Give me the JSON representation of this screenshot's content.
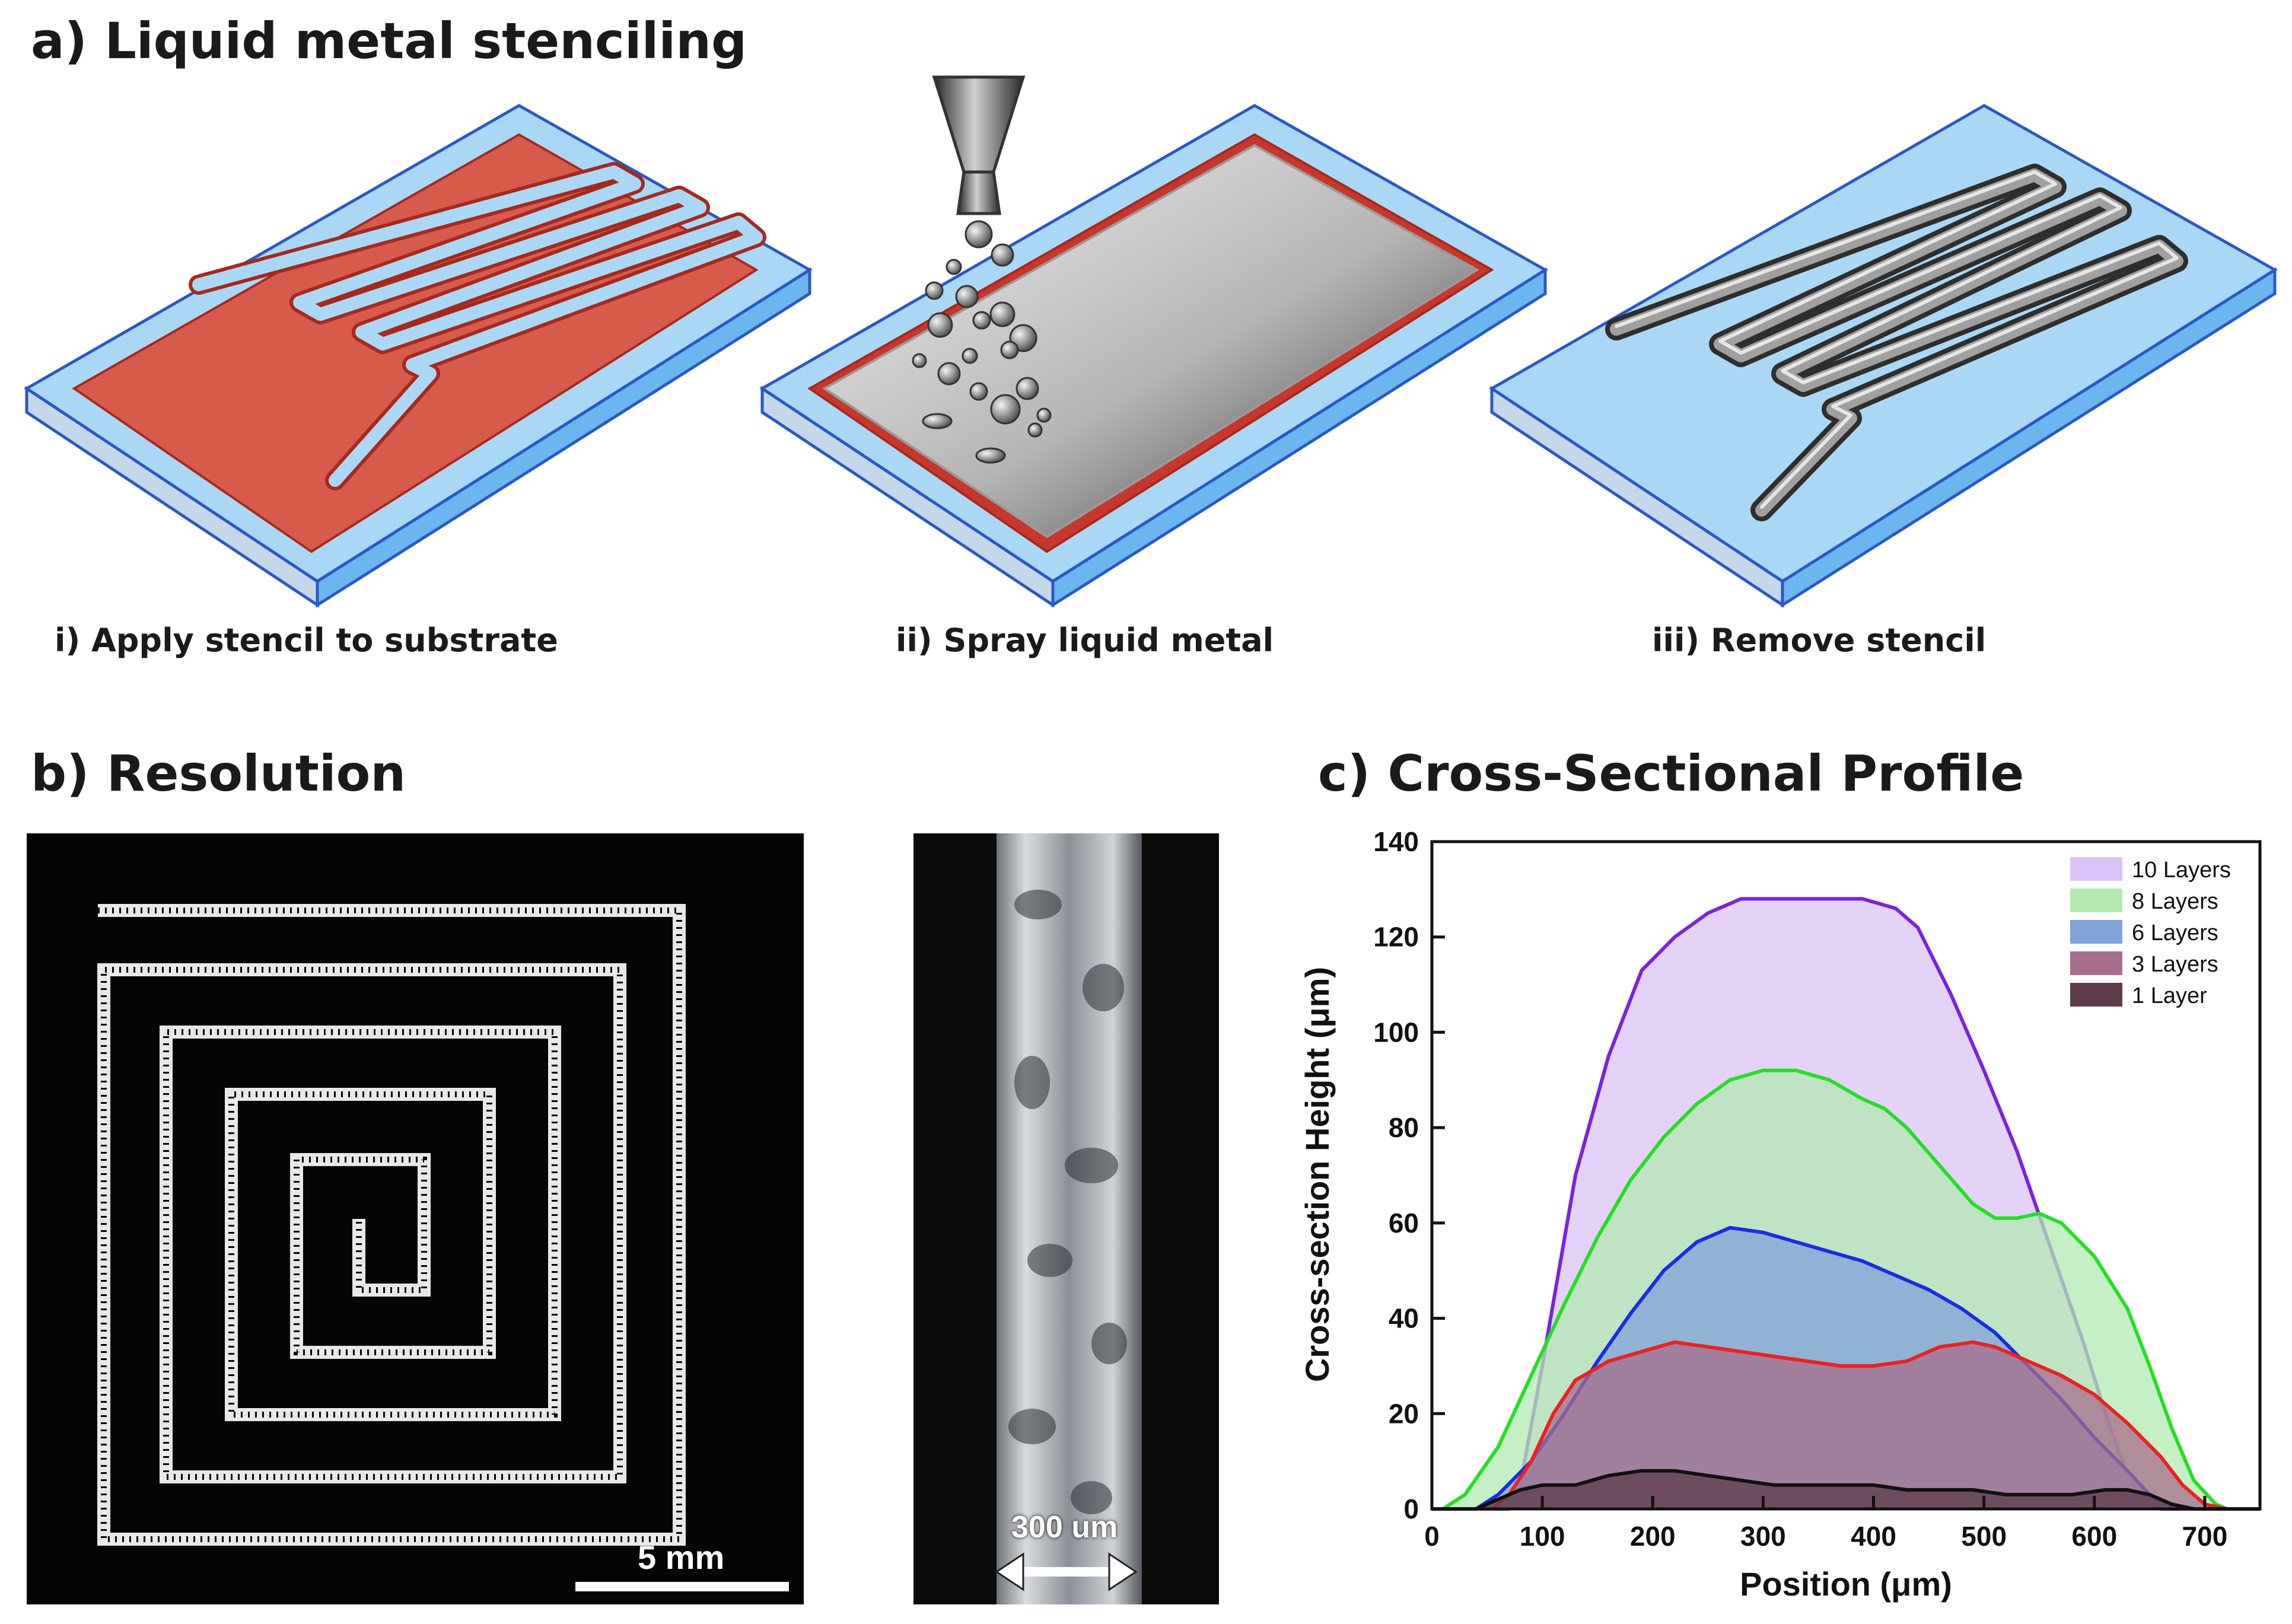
{
  "panel_a": {
    "title": "a) Liquid metal stenciling",
    "steps": [
      {
        "caption": "i) Apply stencil to substrate"
      },
      {
        "caption": "ii) Spray liquid metal"
      },
      {
        "caption": "iii) Remove stencil"
      }
    ],
    "colors": {
      "substrate": "#a9d8f7",
      "stencil": "#d9564a",
      "metal": "#8a8a8a"
    }
  },
  "panel_b": {
    "title": "b) Resolution",
    "scalebar_main": "5 mm",
    "scalebar_zoom": "300 um"
  },
  "panel_c": {
    "title": "c) Cross-Sectional Profile"
  },
  "chart_data": {
    "type": "area",
    "title": "",
    "xlabel": "Position (μm)",
    "ylabel": "Cross-section Height (μm)",
    "xlim": [
      0,
      750
    ],
    "ylim": [
      0,
      140
    ],
    "xticks": [
      0,
      100,
      200,
      300,
      400,
      500,
      600,
      700
    ],
    "yticks": [
      0,
      20,
      40,
      60,
      80,
      100,
      120,
      140
    ],
    "legend_position": "top-right",
    "series": [
      {
        "name": "10 Layers",
        "fill": "#dcc3f7",
        "stroke": "#7a22e0",
        "points": [
          [
            0,
            0
          ],
          [
            70,
            0
          ],
          [
            80,
            5
          ],
          [
            100,
            30
          ],
          [
            130,
            70
          ],
          [
            160,
            95
          ],
          [
            190,
            113
          ],
          [
            220,
            120
          ],
          [
            250,
            125
          ],
          [
            280,
            128
          ],
          [
            320,
            128
          ],
          [
            350,
            128
          ],
          [
            390,
            128
          ],
          [
            420,
            126
          ],
          [
            440,
            122
          ],
          [
            470,
            108
          ],
          [
            500,
            92
          ],
          [
            530,
            75
          ],
          [
            560,
            55
          ],
          [
            590,
            35
          ],
          [
            610,
            20
          ],
          [
            630,
            7
          ],
          [
            650,
            1
          ],
          [
            660,
            0
          ],
          [
            750,
            0
          ]
        ]
      },
      {
        "name": "8 Layers",
        "fill": "#b2e9b0",
        "stroke": "#22e022",
        "points": [
          [
            0,
            0
          ],
          [
            10,
            0
          ],
          [
            30,
            3
          ],
          [
            60,
            13
          ],
          [
            90,
            28
          ],
          [
            120,
            43
          ],
          [
            150,
            57
          ],
          [
            180,
            69
          ],
          [
            210,
            78
          ],
          [
            240,
            85
          ],
          [
            270,
            90
          ],
          [
            300,
            92
          ],
          [
            330,
            92
          ],
          [
            360,
            90
          ],
          [
            390,
            86
          ],
          [
            410,
            84
          ],
          [
            430,
            80
          ],
          [
            460,
            72
          ],
          [
            490,
            64
          ],
          [
            510,
            61
          ],
          [
            530,
            61
          ],
          [
            550,
            62
          ],
          [
            570,
            60
          ],
          [
            600,
            53
          ],
          [
            630,
            42
          ],
          [
            650,
            30
          ],
          [
            670,
            17
          ],
          [
            690,
            6
          ],
          [
            710,
            1
          ],
          [
            720,
            0
          ],
          [
            750,
            0
          ]
        ]
      },
      {
        "name": "6 Layers",
        "fill": "#7fa3d9",
        "stroke": "#1a2be8",
        "points": [
          [
            0,
            0
          ],
          [
            40,
            0
          ],
          [
            60,
            3
          ],
          [
            90,
            10
          ],
          [
            120,
            20
          ],
          [
            150,
            31
          ],
          [
            180,
            41
          ],
          [
            210,
            50
          ],
          [
            240,
            56
          ],
          [
            270,
            59
          ],
          [
            300,
            58
          ],
          [
            330,
            56
          ],
          [
            360,
            54
          ],
          [
            390,
            52
          ],
          [
            420,
            49
          ],
          [
            450,
            46
          ],
          [
            480,
            42
          ],
          [
            510,
            37
          ],
          [
            540,
            30
          ],
          [
            570,
            23
          ],
          [
            600,
            15
          ],
          [
            630,
            8
          ],
          [
            650,
            3
          ],
          [
            670,
            1
          ],
          [
            690,
            0
          ],
          [
            750,
            0
          ]
        ]
      },
      {
        "name": "3 Layers",
        "fill": "#a76e8e",
        "stroke": "#ee2020",
        "points": [
          [
            0,
            0
          ],
          [
            55,
            0
          ],
          [
            70,
            3
          ],
          [
            90,
            10
          ],
          [
            110,
            20
          ],
          [
            130,
            27
          ],
          [
            160,
            31
          ],
          [
            190,
            33
          ],
          [
            220,
            35
          ],
          [
            250,
            34
          ],
          [
            280,
            33
          ],
          [
            310,
            32
          ],
          [
            340,
            31
          ],
          [
            370,
            30
          ],
          [
            400,
            30
          ],
          [
            430,
            31
          ],
          [
            460,
            34
          ],
          [
            490,
            35
          ],
          [
            510,
            34
          ],
          [
            540,
            31
          ],
          [
            570,
            28
          ],
          [
            600,
            24
          ],
          [
            630,
            18
          ],
          [
            660,
            11
          ],
          [
            680,
            5
          ],
          [
            700,
            1
          ],
          [
            720,
            0
          ],
          [
            750,
            0
          ]
        ]
      },
      {
        "name": "1 Layer",
        "fill": "#5e3b4b",
        "stroke": "#111111",
        "points": [
          [
            0,
            0
          ],
          [
            40,
            0
          ],
          [
            60,
            2
          ],
          [
            80,
            4
          ],
          [
            100,
            5
          ],
          [
            130,
            5
          ],
          [
            160,
            7
          ],
          [
            190,
            8
          ],
          [
            220,
            8
          ],
          [
            250,
            7
          ],
          [
            280,
            6
          ],
          [
            310,
            5
          ],
          [
            340,
            5
          ],
          [
            370,
            5
          ],
          [
            400,
            5
          ],
          [
            430,
            4
          ],
          [
            460,
            4
          ],
          [
            490,
            4
          ],
          [
            520,
            3
          ],
          [
            550,
            3
          ],
          [
            580,
            3
          ],
          [
            610,
            4
          ],
          [
            630,
            4
          ],
          [
            650,
            3
          ],
          [
            670,
            1
          ],
          [
            690,
            0
          ],
          [
            750,
            0
          ]
        ]
      }
    ]
  }
}
